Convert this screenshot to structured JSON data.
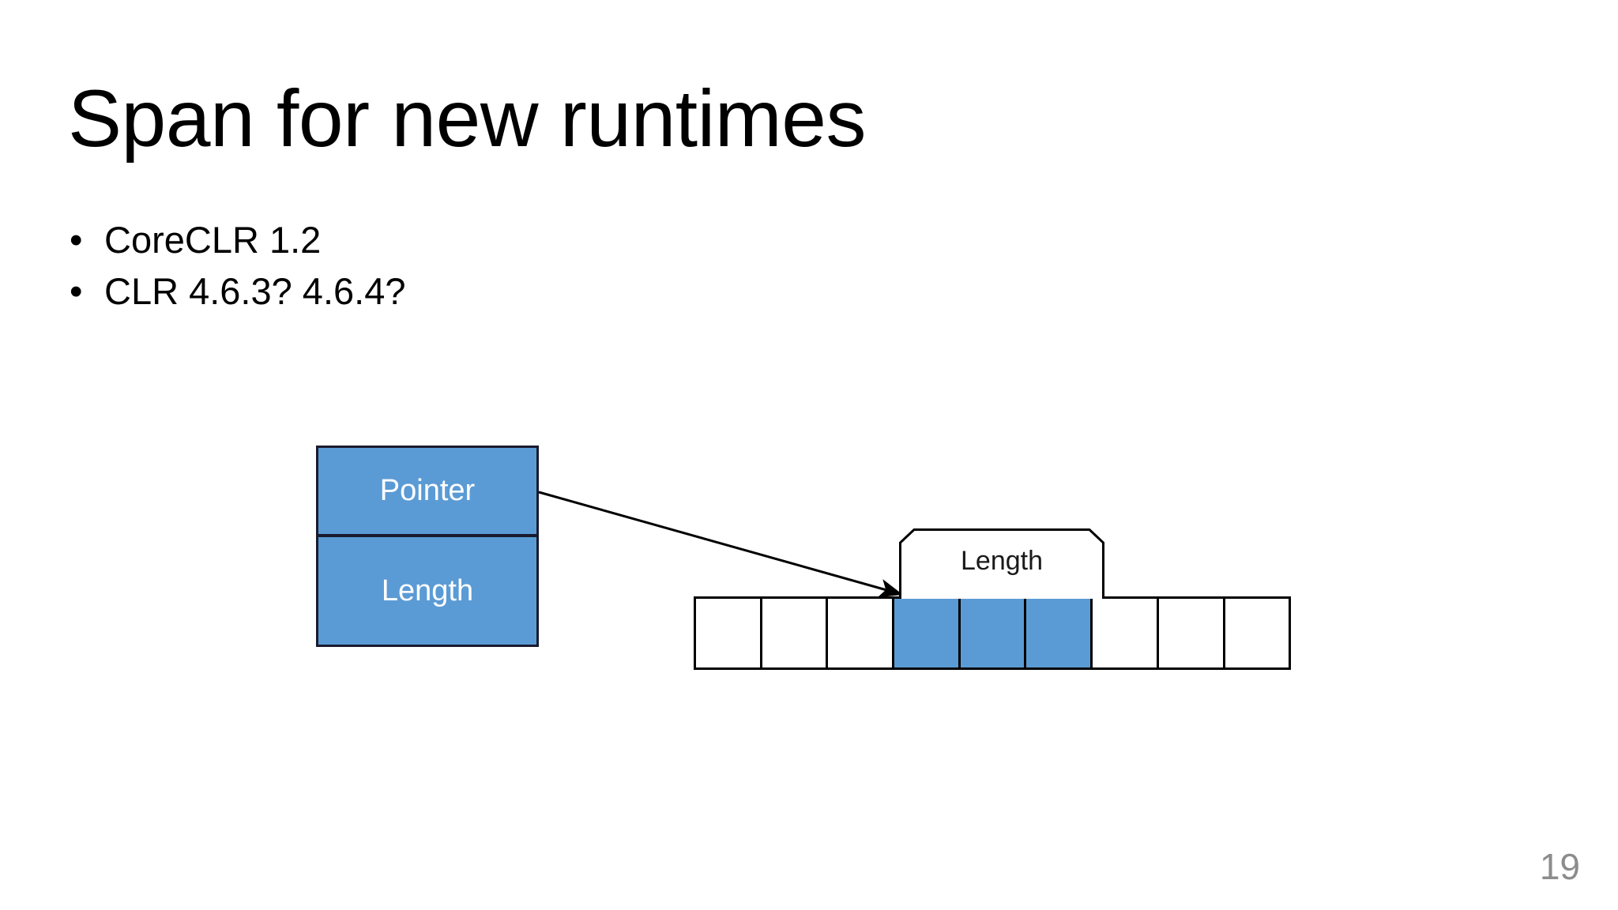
{
  "slide": {
    "title": "Span for new runtimes",
    "page_number": "19",
    "background_color": "#ffffff",
    "title_color": "#000000",
    "page_number_color": "#8c8c8c"
  },
  "bullets": {
    "marker": "•",
    "items": [
      {
        "text": "CoreCLR 1.2"
      },
      {
        "text": "CLR 4.6.3? 4.6.4?"
      }
    ]
  },
  "diagram": {
    "name": "span-memory-layout",
    "accent_color": "#5B9BD5",
    "outline_color": "#000000",
    "struct": {
      "name": "span-struct",
      "fields": [
        {
          "label": "Pointer"
        },
        {
          "label": "Length"
        }
      ]
    },
    "array": {
      "name": "backing-array",
      "cell_count": 9,
      "cells": [
        {
          "index": 0,
          "filled": false
        },
        {
          "index": 1,
          "filled": false
        },
        {
          "index": 2,
          "filled": false
        },
        {
          "index": 3,
          "filled": true
        },
        {
          "index": 4,
          "filled": true
        },
        {
          "index": 5,
          "filled": true
        },
        {
          "index": 6,
          "filled": false
        },
        {
          "index": 7,
          "filled": false
        },
        {
          "index": 8,
          "filled": false
        }
      ],
      "filled_start_index": 3,
      "filled_count": 3
    },
    "callout": {
      "name": "length-callout",
      "label": "Length"
    },
    "arrow": {
      "name": "pointer-arrow",
      "from": "pointer-field-right-edge",
      "to": "first-filled-array-cell"
    }
  }
}
